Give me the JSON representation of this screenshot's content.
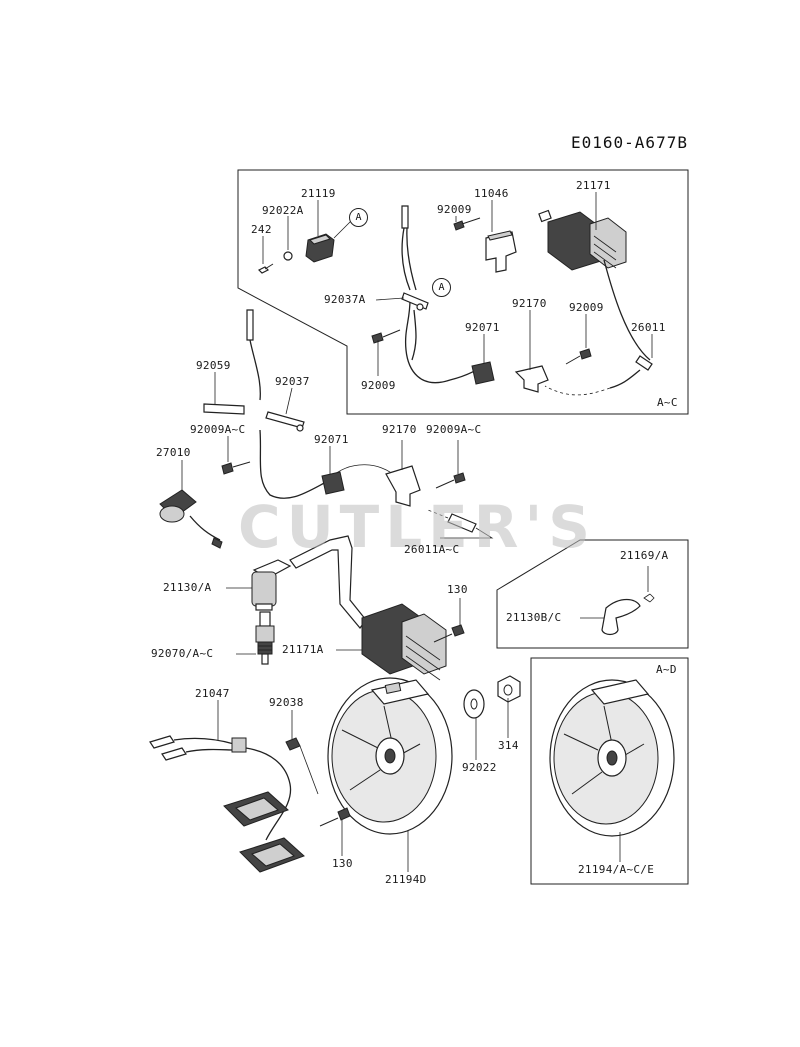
{
  "drawing_code": "E0160-A677B",
  "watermark": "CUTLER'S",
  "callouts": {
    "a1": "A",
    "a2": "A"
  },
  "labels": {
    "p21119": "21119",
    "p92022A": "92022A",
    "p242": "242",
    "p11046": "11046",
    "p92009_top": "92009",
    "p21171": "21171",
    "p92037A": "92037A",
    "p92071_top": "92071",
    "p92170_top": "92170",
    "p92009_mid": "92009",
    "p26011": "26011",
    "p92009_low": "92009",
    "box_variant_top": "A~C",
    "p92059": "92059",
    "p92037": "92037",
    "p92009AC_left": "92009A~C",
    "p92071": "92071",
    "p92170": "92170",
    "p92009AC_right": "92009A~C",
    "p27010": "27010",
    "p26011AC": "26011A~C",
    "p21130A": "21130/A",
    "p130_upper": "130",
    "p21171A": "21171A",
    "p92070AC": "92070/A~C",
    "p21169A": "21169/A",
    "p21130BC": "21130B/C",
    "p21047": "21047",
    "p92038": "92038",
    "box_variant_flywheel": "A~D",
    "p314": "314",
    "p92022": "92022",
    "p130_lower": "130",
    "p21194D": "21194D",
    "p21194ACE": "21194/A~C/E"
  }
}
